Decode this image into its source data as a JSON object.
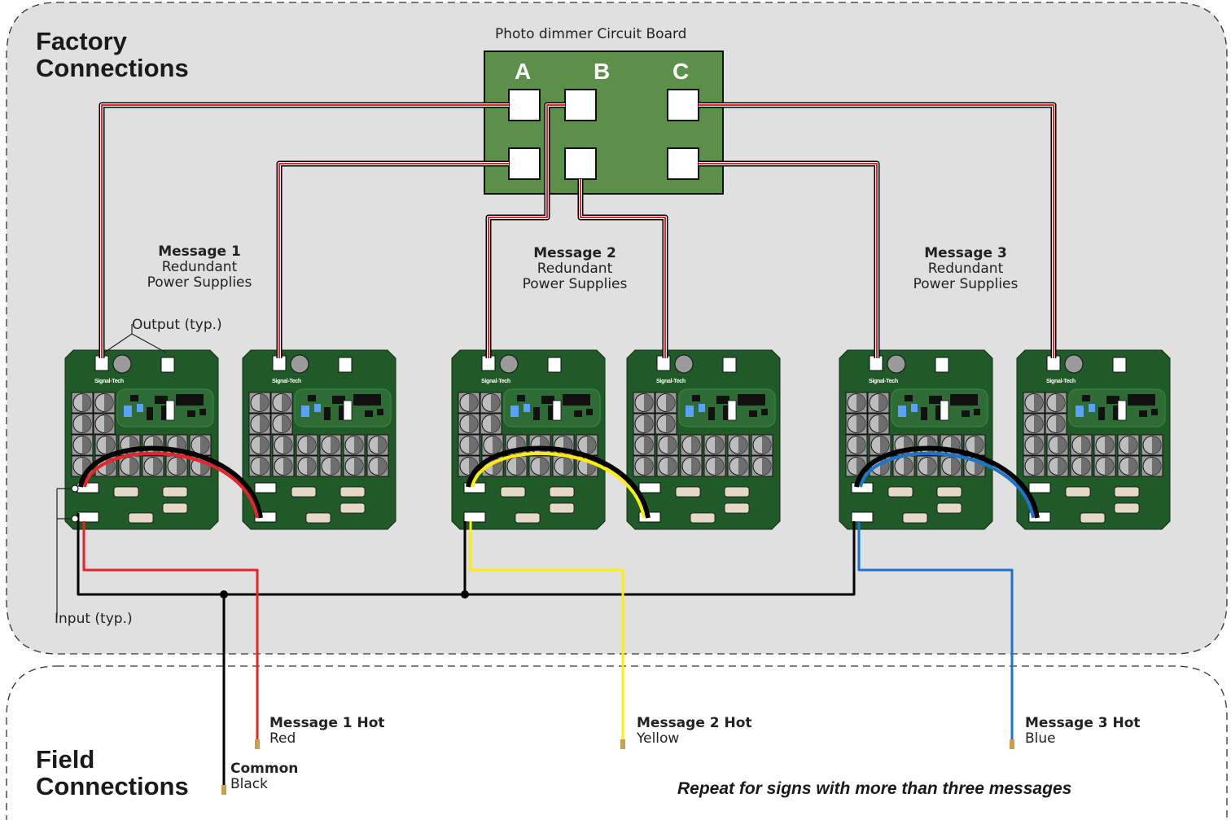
{
  "factory": {
    "title_line1": "Factory",
    "title_line2": "Connections"
  },
  "field": {
    "title_line1": "Field",
    "title_line2": "Connections"
  },
  "dimmer": {
    "title": "Photo dimmer Circuit Board",
    "channels": [
      "A",
      "B",
      "C"
    ]
  },
  "messages": [
    {
      "title": "Message 1",
      "sub1": "Redundant",
      "sub2": "Power Supplies",
      "hot_label": "Message 1 Hot",
      "color_name": "Red",
      "wire_color": "#e8232a"
    },
    {
      "title": "Message 2",
      "sub1": "Redundant",
      "sub2": "Power Supplies",
      "hot_label": "Message 2 Hot",
      "color_name": "Yellow",
      "wire_color": "#ffee00"
    },
    {
      "title": "Message 3",
      "sub1": "Redundant",
      "sub2": "Power Supplies",
      "hot_label": "Message 3 Hot",
      "color_name": "Blue",
      "wire_color": "#1b75cc"
    }
  ],
  "labels": {
    "output": "Output (typ.)",
    "input": "Input (typ.)"
  },
  "common": {
    "title": "Common",
    "color_name": "Black"
  },
  "brand_name": "Signal-Tech",
  "note": "Repeat for signs with more than three messages",
  "colors": {
    "board_green": "#1f5a28",
    "dimmer_green": "#5b8f4a",
    "factory_bg": "#e0e0e0"
  }
}
